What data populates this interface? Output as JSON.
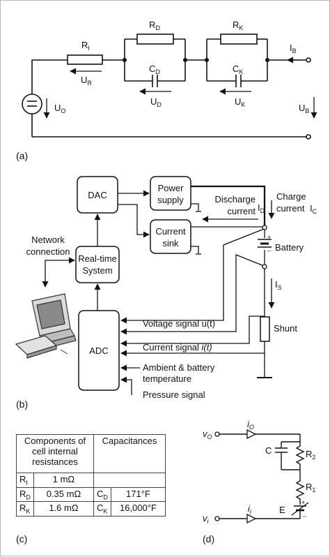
{
  "panel_a": {
    "label": "(a)",
    "resistor_ri": "R",
    "resistor_ri_sub": "I",
    "resistor_rd": "R",
    "resistor_rd_sub": "D",
    "resistor_rk": "R",
    "resistor_rk_sub": "K",
    "cap_cd": "C",
    "cap_cd_sub": "D",
    "cap_ck": "C",
    "cap_ck_sub": "K",
    "volt_ur": "U",
    "volt_ur_sub": "R",
    "volt_ud": "U",
    "volt_ud_sub": "D",
    "volt_uk": "U",
    "volt_uk_sub": "K",
    "volt_uo": "U",
    "volt_uo_sub": "O",
    "volt_ub": "U",
    "volt_ub_sub": "B",
    "current_ib": "I",
    "current_ib_sub": "B"
  },
  "panel_b": {
    "label": "(b)",
    "dac": "DAC",
    "power_supply": [
      "Power",
      "supply"
    ],
    "current_sink": [
      "Current",
      "sink"
    ],
    "realtime_system": [
      "Real-time",
      "System"
    ],
    "adc": "ADC",
    "network_connection": [
      "Network",
      "connection"
    ],
    "discharge_current": [
      "Discharge",
      "current"
    ],
    "id": "I",
    "id_sub": "D",
    "charge_current": [
      "Charge",
      "current"
    ],
    "ic": "I",
    "ic_sub": "C",
    "battery": "Battery",
    "plus": "+",
    "minus": "–",
    "is": "I",
    "is_sub": "S",
    "shunt": "Shunt",
    "voltage_signal": "Voltage signal u(t)",
    "current_signal_prefix": "Current signal ",
    "current_signal_var": "i(t)",
    "ambient": [
      "Ambient & battery",
      "temperature"
    ],
    "pressure": "Pressure signal"
  },
  "panel_c": {
    "label": "(c)",
    "header_components": "Components of cell internal resistances",
    "header_capacitances": "Capacitances",
    "rows": [
      {
        "sym": "R",
        "sub": "I",
        "value": "1 mΩ",
        "csym": "",
        "csub": "",
        "cvalue": ""
      },
      {
        "sym": "R",
        "sub": "D",
        "value": "0.35 mΩ",
        "csym": "C",
        "csub": "D",
        "cvalue": "171°F"
      },
      {
        "sym": "R",
        "sub": "K",
        "value": "1.6 mΩ",
        "csym": "C",
        "csub": "K",
        "cvalue": "16,000°F"
      }
    ]
  },
  "panel_d": {
    "label": "(d)",
    "vo": "v",
    "vo_sub": "O",
    "io": "i",
    "io_sub": "O",
    "c": "C",
    "r2": "R",
    "r2_sub": "2",
    "r1": "R",
    "r1_sub": "1",
    "e": "E",
    "vi": "v",
    "vi_sub": "i",
    "ii": "i",
    "ii_sub": "i",
    "plus": "+",
    "minus": "–"
  }
}
